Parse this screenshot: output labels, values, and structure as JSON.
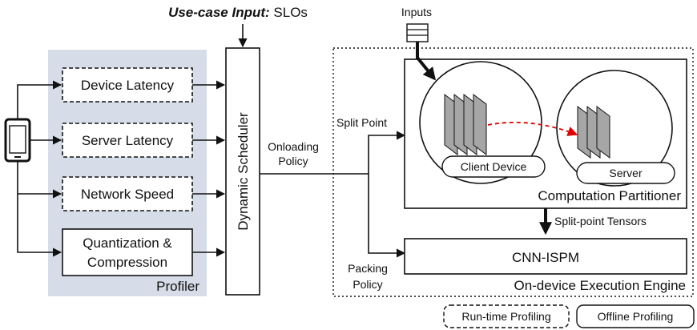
{
  "use_case": {
    "prefix": "Use-case Input:",
    "value": " SLOs"
  },
  "inputs_label": "Inputs",
  "profiler": {
    "label": "Profiler",
    "items": [
      {
        "label": "Device Latency",
        "style": "dashed"
      },
      {
        "label": "Server Latency",
        "style": "dashed"
      },
      {
        "label": "Network Speed",
        "style": "dashed"
      },
      {
        "label_line1": "Quantization &",
        "label_line2": "Compression",
        "style": "solid"
      }
    ]
  },
  "scheduler_label": "Dynamic Scheduler",
  "onloading_policy": {
    "line1": "Onloading",
    "line2": "Policy"
  },
  "split_point_label": "Split Point",
  "packing_policy": {
    "line1": "Packing",
    "line2": "Policy"
  },
  "engine_label": "On-device Execution Engine",
  "partitioner_label": "Computation Partitioner",
  "client_device_label": "Client Device",
  "server_label": "Server",
  "tensors_label": "Split-point Tensors",
  "cnn_ispm_label": "CNN-ISPM",
  "legend": {
    "runtime": "Run-time Profiling",
    "offline": "Offline Profiling"
  },
  "colors": {
    "profiler_bg": "#d6dde8",
    "transfer_arrow": "#e00000",
    "layer_fill": "#a6a6a6"
  }
}
